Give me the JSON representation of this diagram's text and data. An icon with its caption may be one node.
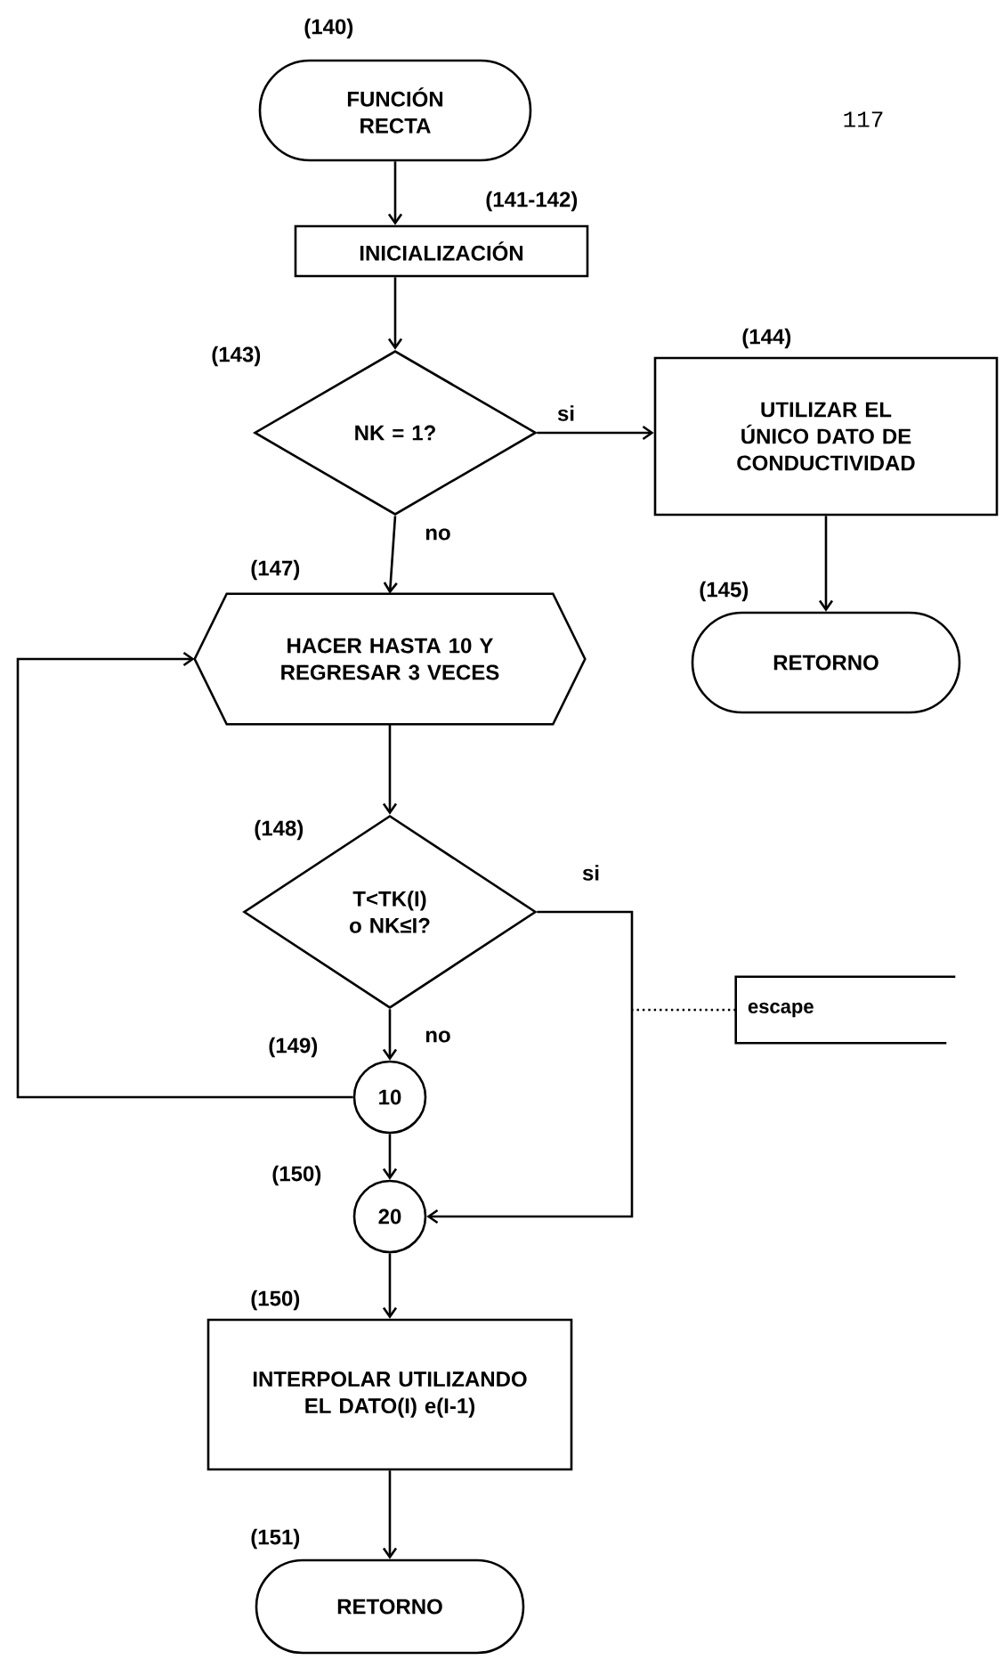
{
  "diagram": {
    "nodes": [
      {
        "text": [
          "FUNCIÓN RECTA"
        ],
        "beside": [
          "(140)"
        ]
      },
      {
        "text": [
          "INICIALIZACIÓN"
        ],
        "beside": [
          "(141-142)"
        ]
      },
      {
        "text": [
          "NK = 1?"
        ],
        "beside": [
          "(143)"
        ]
      },
      {
        "text": [
          "UTILIZAR EL ÚNICO DATO DE CONDUCTIVIDAD"
        ],
        "beside": [
          "(144)"
        ]
      },
      {
        "text": [
          "RETORNO"
        ],
        "beside": [
          "(145)"
        ]
      },
      {
        "text": [
          "HACER HASTA 10 Y REGRESAR 3 VECES"
        ],
        "beside": [
          "(147)"
        ]
      },
      {
        "text": [
          "T<TK(I) o NK≤I?"
        ],
        "beside": [
          "(148)"
        ]
      },
      {
        "text": [
          "10"
        ],
        "beside": [
          "(149)"
        ]
      },
      {
        "text": [
          "20"
        ],
        "beside": [
          "(150)"
        ]
      },
      {
        "text": [
          "INTERPOLAR UTILIZANDO EL DATO(I) e(I-1)"
        ],
        "beside": [
          "(150)"
        ]
      },
      {
        "text": [
          "RETORNO"
        ],
        "beside": [
          "(151)"
        ]
      },
      {
        "text": [
          "escape"
        ]
      }
    ],
    "edges": [
      {
        "from": 0,
        "to": 1,
        "arrow": "to"
      },
      {
        "from": 1,
        "to": 2,
        "arrow": "to"
      },
      {
        "from": 2,
        "to": 3,
        "arrow": "to",
        "label": "si"
      },
      {
        "from": 2,
        "to": 5,
        "arrow": "to",
        "label": "no"
      },
      {
        "from": 3,
        "to": 4,
        "arrow": "to"
      },
      {
        "from": 5,
        "to": 6,
        "arrow": "to"
      },
      {
        "from": 6,
        "to": 7,
        "arrow": "to",
        "label": "no"
      },
      {
        "from": 6,
        "to": 8,
        "arrow": "to",
        "label": "si"
      },
      {
        "from": 7,
        "to": 5,
        "arrow": "to"
      },
      {
        "from": 7,
        "to": 8,
        "arrow": "to"
      },
      {
        "from": 8,
        "to": 9,
        "arrow": "to"
      },
      {
        "from": 9,
        "to": 10,
        "arrow": "to"
      },
      {
        "from": 11,
        "to": null,
        "arrow": "none",
        "style": "dashed"
      }
    ],
    "labels": [
      "117"
    ]
  }
}
